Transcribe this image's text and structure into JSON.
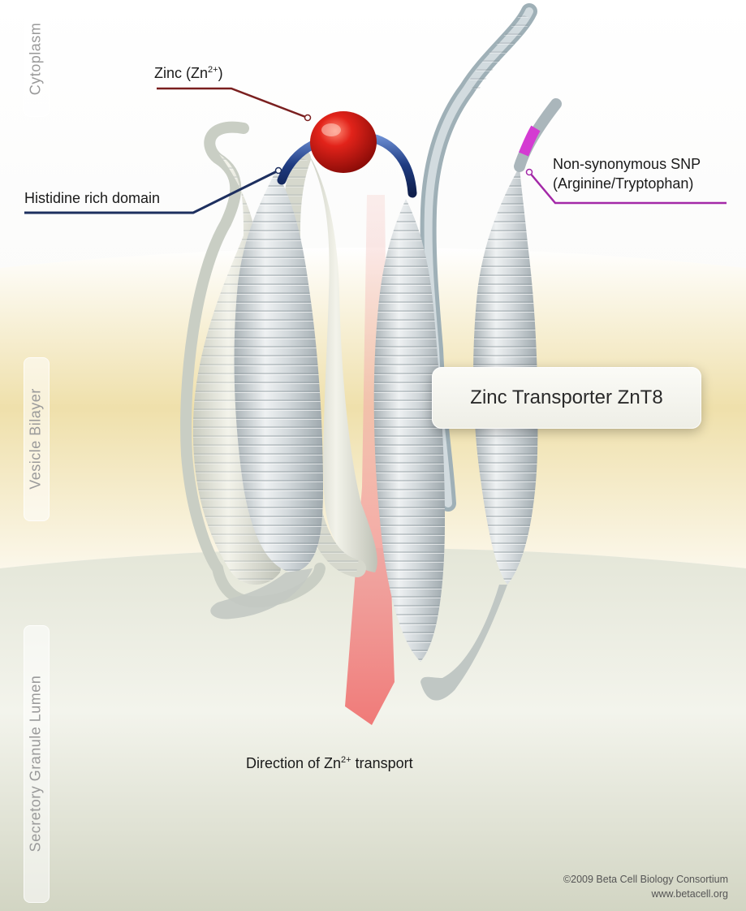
{
  "regions": {
    "cytoplasm": "Cytoplasm",
    "vesicle_bilayer": "Vesicle Bilayer",
    "lumen": "Secretory Granule Lumen"
  },
  "labels": {
    "zinc": "Zinc (Zn",
    "zinc_sup": "2+",
    "zinc_close": ")",
    "histidine": "Histidine rich domain",
    "snp_line1": "Non-synonymous SNP",
    "snp_line2": "(Arginine/Tryptophan)",
    "direction_pre": "Direction of Zn",
    "direction_sup": "2+",
    "direction_post": " transport"
  },
  "title": "Zinc Transporter ZnT8",
  "copyright": {
    "line1": "©2009 Beta Cell Biology Consortium",
    "line2": "www.betacell.org"
  },
  "colors": {
    "zinc_ball": "#d01a14",
    "histidine_loop": "#1e3f86",
    "snp_segment": "#d43bd2",
    "zinc_callout": "#7a1f1f",
    "histidine_callout": "#1d2f5f",
    "snp_callout": "#a328a8",
    "helix": "#cdd5d9",
    "transport_arrow": "#f08a8a",
    "bilayer": "#f0dfa8"
  }
}
